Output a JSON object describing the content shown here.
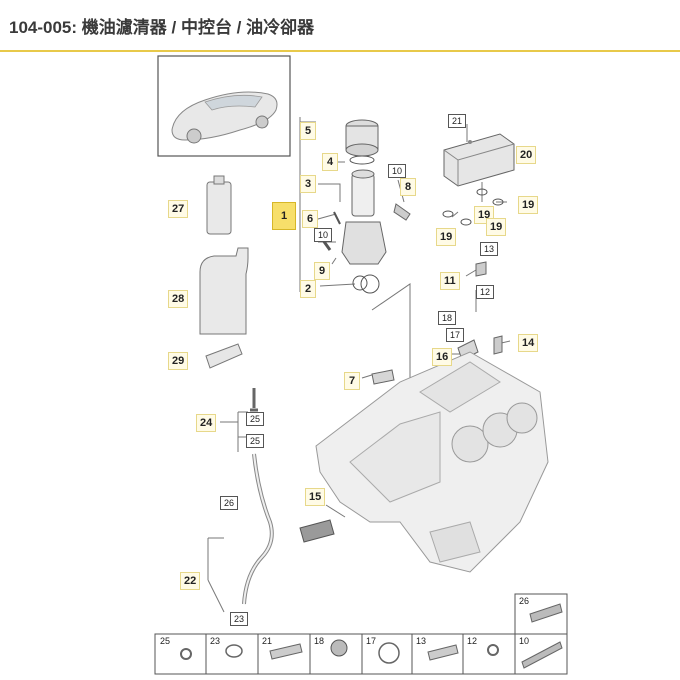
{
  "header": {
    "title": "104-005: 機油濾清器 / 中控台 / 油冷卻器"
  },
  "colors": {
    "accent_rule": "#e8c94a",
    "callout_fill": "#fffbe6",
    "callout_active_fill": "#f7df6a"
  },
  "callouts": {
    "c1": "1",
    "c2": "2",
    "c3": "3",
    "c4": "4",
    "c5": "5",
    "c6": "6",
    "c7": "7",
    "c8": "8",
    "c9": "9",
    "c10": "10",
    "c11": "11",
    "c12": "12",
    "c13": "13",
    "c14": "14",
    "c15": "15",
    "c16": "16",
    "c17": "17",
    "c18": "18",
    "c19a": "19",
    "c19b": "19",
    "c19c": "19",
    "c20": "20",
    "c21": "21",
    "c22": "22",
    "c23": "23",
    "c24": "24",
    "c25a": "25",
    "c25b": "25",
    "c26": "26",
    "c27": "27",
    "c28": "28",
    "c29": "29"
  },
  "thumbnails": [
    {
      "label": "25",
      "icon": "washer-icon"
    },
    {
      "label": "23",
      "icon": "o-ring-icon"
    },
    {
      "label": "21",
      "icon": "bolt-icon"
    },
    {
      "label": "18",
      "icon": "plug-icon"
    },
    {
      "label": "17",
      "icon": "seal-ring-icon"
    },
    {
      "label": "13",
      "icon": "bolt-icon"
    },
    {
      "label": "12",
      "icon": "washer-icon"
    },
    {
      "label": "10",
      "icon": "long-bolt-icon"
    },
    {
      "label": "26",
      "icon": "bolt-icon"
    }
  ]
}
